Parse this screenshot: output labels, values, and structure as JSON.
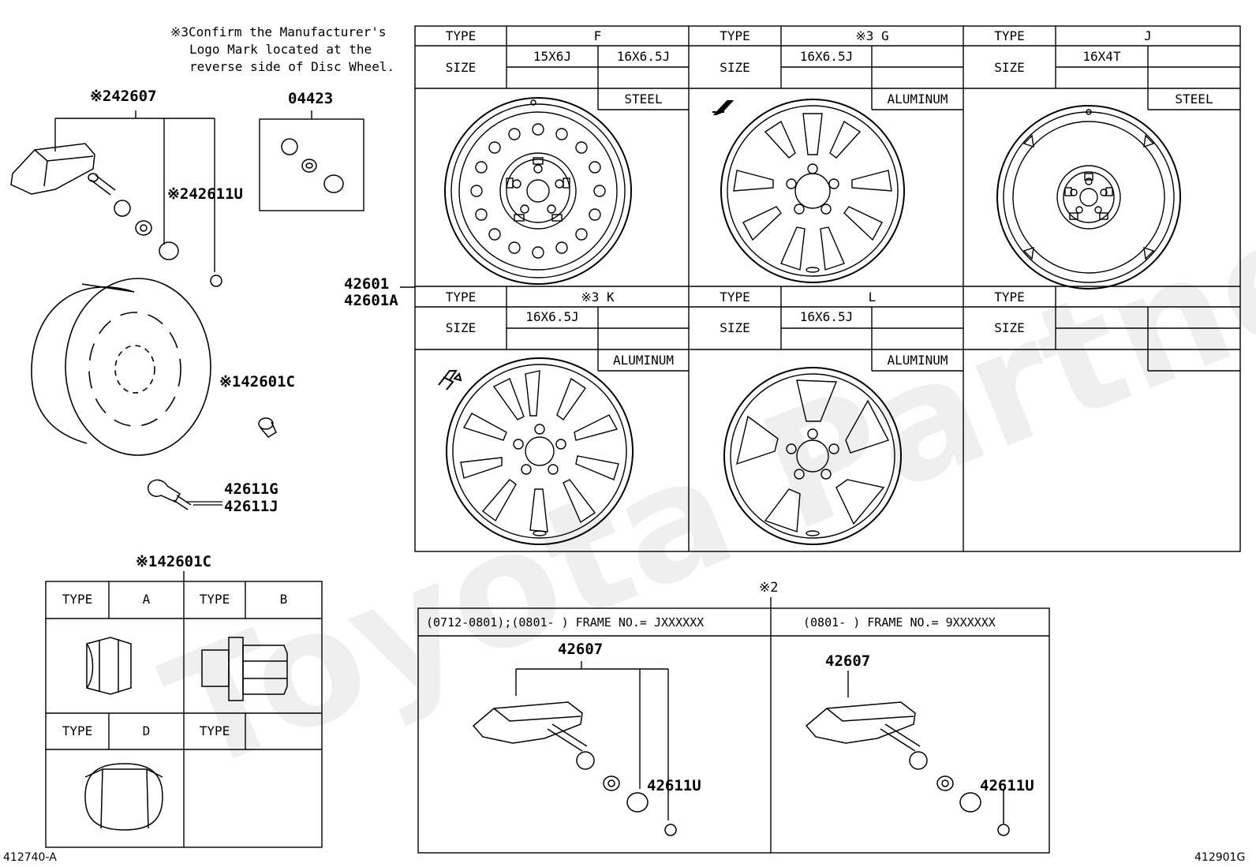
{
  "note": {
    "line1": "※3Confirm the Manufacturer's",
    "line2": "Logo Mark located at the",
    "line3": "reverse side of Disc Wheel."
  },
  "parts": {
    "sensor_top": "※242607",
    "kit": "04423",
    "valve_parts": "※242611U",
    "wheel": "42601",
    "wheel_alt": "42601A",
    "nut_side": "※142601C",
    "valve1": "42611G",
    "valve2": "42611J",
    "nut_table_title": "※142601C",
    "sensor_box_marker": "※2"
  },
  "wheel_table": {
    "type_label": "TYPE",
    "size_label": "SIZE",
    "top_row": [
      {
        "type": "F",
        "sizes": [
          "15X6J",
          "16X6.5J"
        ],
        "material": "STEEL"
      },
      {
        "type": "※3 G",
        "sizes": [
          "16X6.5J",
          ""
        ],
        "material": "ALUMINUM"
      },
      {
        "type": "J",
        "sizes": [
          "16X4T",
          ""
        ],
        "material": "STEEL"
      }
    ],
    "bottom_row": [
      {
        "type": "※3 K",
        "sizes": [
          "16X6.5J",
          ""
        ],
        "material": "ALUMINUM"
      },
      {
        "type": "L",
        "sizes": [
          "16X6.5J",
          ""
        ],
        "material": "ALUMINUM"
      },
      {
        "type": "",
        "sizes": [
          "",
          ""
        ],
        "material": ""
      }
    ]
  },
  "nut_table": {
    "type_label": "TYPE",
    "cells": [
      "A",
      "B",
      "D",
      ""
    ]
  },
  "sensor_box": {
    "left_header": "(0712-0801);(0801-    ) FRAME NO.= JXXXXXX",
    "right_header": "(0801-    ) FRAME NO.= 9XXXXXX",
    "left_sensor": "42607",
    "left_valve": "42611U",
    "right_sensor": "42607",
    "right_valve": "42611U"
  },
  "footer": {
    "left_code": "412740-A",
    "right_code": "412901G"
  },
  "colors": {
    "line": "#000000",
    "watermark": "#ececec"
  }
}
